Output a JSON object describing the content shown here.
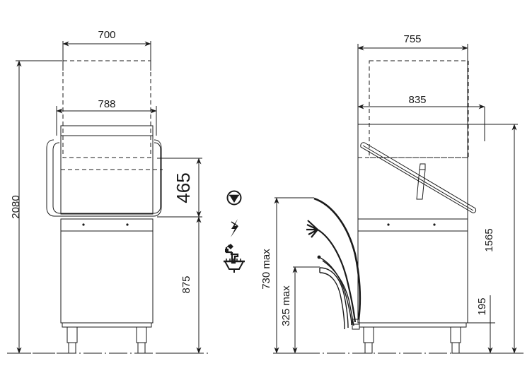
{
  "drawing": {
    "title": "Hood-type dishwasher dimensional drawing",
    "units": "mm",
    "line_color": "#1a1a1a",
    "background": "#ffffff"
  },
  "front_view": {
    "name": "front-elevation",
    "dimensions": {
      "overall_width": "700",
      "hood_width": "788",
      "overall_height": "2080",
      "hood_opening_height": "465",
      "worktop_height": "875"
    }
  },
  "side_view": {
    "name": "side-elevation",
    "dimensions": {
      "body_depth": "755",
      "open_depth": "835",
      "hood_top_height": "1565",
      "plinth_height": "195",
      "upper_connection_max": "730 max",
      "lower_connection_max": "325 max"
    }
  },
  "legend": {
    "name": "service-connection-legend",
    "items": [
      {
        "icon": "drain-circle-icon",
        "label": ""
      },
      {
        "icon": "electric-bolt-icon",
        "label": ""
      },
      {
        "icon": "water-tap-icon",
        "label": ""
      },
      {
        "icon": "drain-basket-icon",
        "label": ""
      }
    ]
  }
}
